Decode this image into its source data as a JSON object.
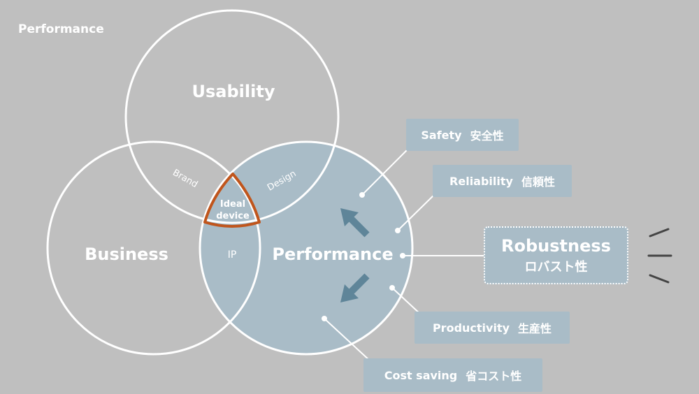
{
  "page_title": "Performance",
  "circles": {
    "usability": "Usability",
    "business": "Business",
    "performance": "Performance"
  },
  "overlaps": {
    "brand": "Brand",
    "design": "Design",
    "ip": "IP",
    "ideal_line1": "Ideal",
    "ideal_line2": "device"
  },
  "attributes": [
    {
      "en": "Safety",
      "jp": "安全性"
    },
    {
      "en": "Reliability",
      "jp": "信頼性"
    },
    {
      "en": "Productivity",
      "jp": "生産性"
    },
    {
      "en": "Cost saving",
      "jp": "省コスト性"
    }
  ],
  "robustness": {
    "en": "Robustness",
    "jp": "ロバスト性"
  },
  "colors": {
    "background": "#bfbfbf",
    "performance_fill": "#a9bcc7",
    "accent_orange": "#c0551c",
    "arrow": "#5f8599"
  }
}
